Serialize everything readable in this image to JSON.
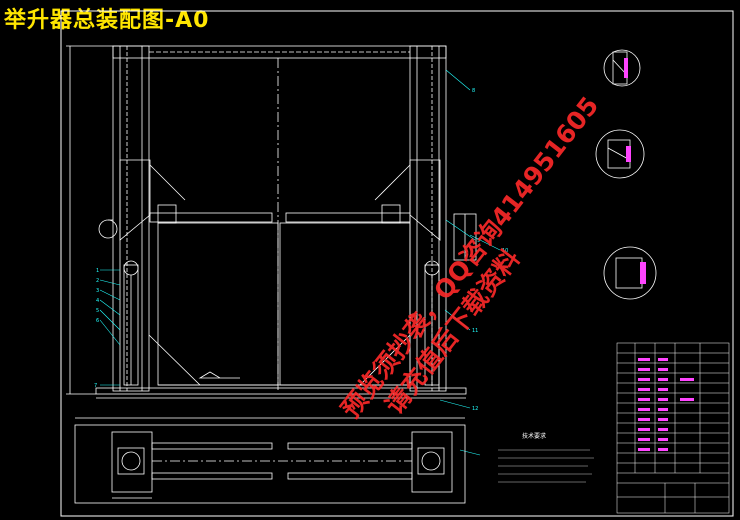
{
  "title": "举升器总装配图-A0",
  "watermark": {
    "line1": "预览须抄袭，QQ咨询414951605",
    "line2": "请充值后下载资料"
  },
  "notes": {
    "heading": "技术要求"
  },
  "colors": {
    "background": "#000000",
    "title": "#ffe600",
    "lines": "#ffffff",
    "callouts": "#22ffff",
    "watermark": "#ff2a2a",
    "highlight": "#ff44ff"
  }
}
